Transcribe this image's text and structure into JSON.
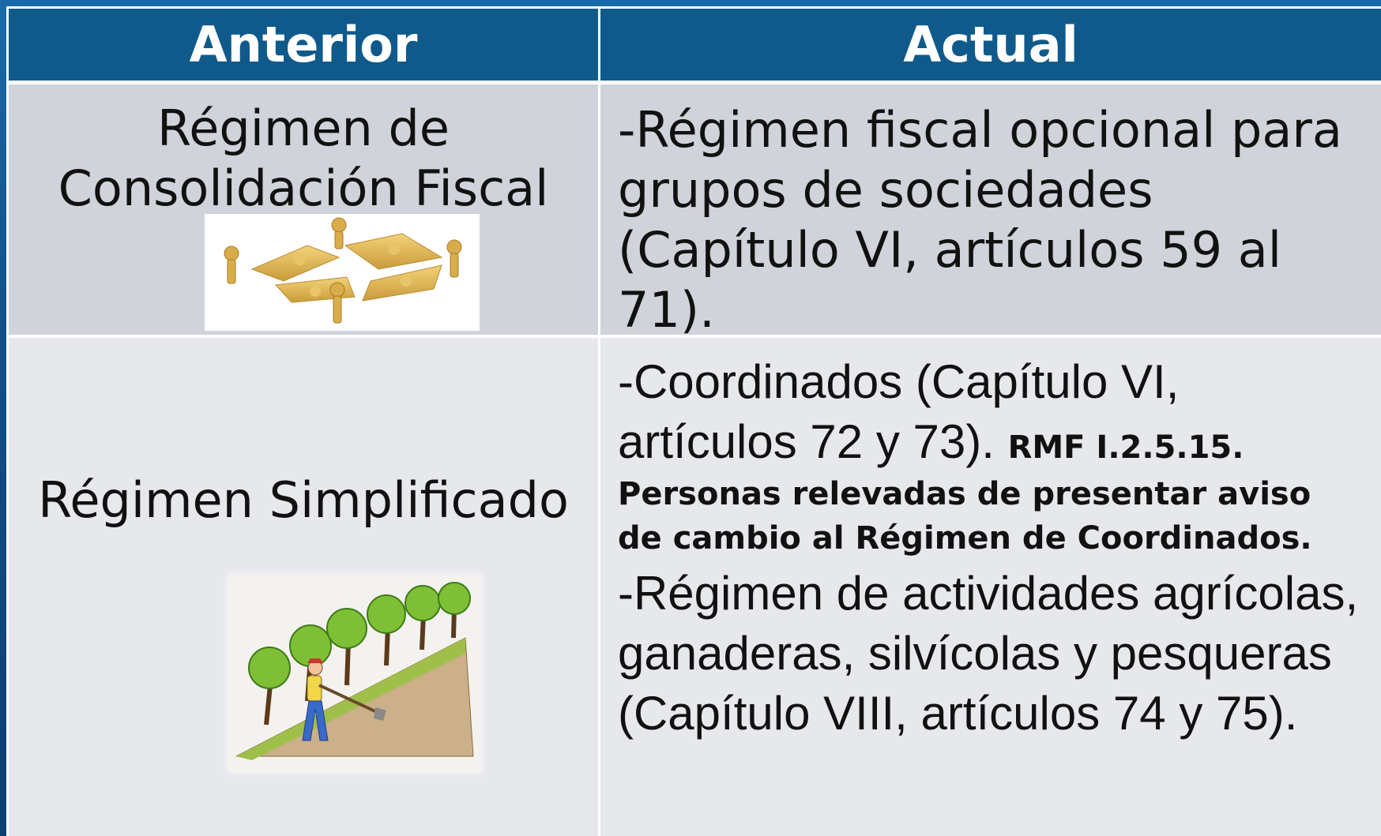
{
  "table": {
    "headers": {
      "left": "Anterior",
      "right": "Actual"
    },
    "rows": [
      {
        "left_title": "Régimen de Consolidación Fiscal",
        "left_image_icon": "puzzle-people-icon",
        "right_text": "-Régimen fiscal opcional para grupos de sociedades (Capítulo VI, artículos 59 al 71)."
      },
      {
        "left_title": "Régimen Simplificado",
        "left_image_icon": "farmer-hillside-icon",
        "right_coordinados": "-Coordinados (Capítulo VI, artículos 72 y 73).",
        "right_rmf_ref": "RMF I.2.5.15.",
        "right_rmf_desc": "Personas relevadas de presentar aviso de cambio al Régimen de Coordinados.",
        "right_agricola": "-Régimen de actividades agrícolas, ganaderas, silvícolas y pesqueras (Capítulo VIII, artículos 74 y 75)."
      }
    ]
  },
  "colors": {
    "header_bg": "#0f5a8b",
    "row1_bg": "#d0d3da",
    "row2_bg": "#e6e8ec",
    "slide_bg": "#124f86"
  }
}
